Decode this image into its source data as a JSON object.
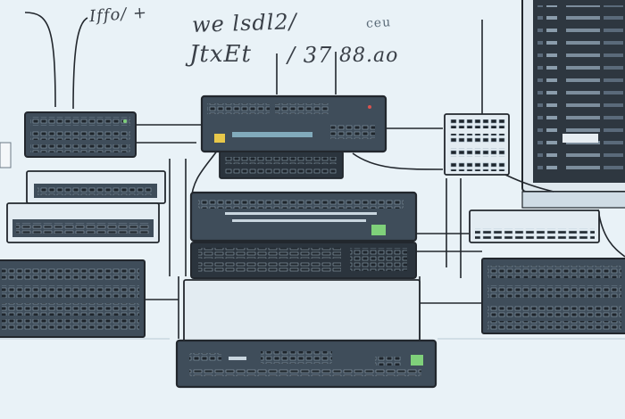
{
  "scene": {
    "background": "#e9f2f7",
    "ink": "#22272d",
    "device_fill": "#3f4d5a",
    "device_dark": "#2b343d",
    "screen_fill": "#2e3740",
    "led_green": "#7fd07a",
    "led_yellow": "#e8c84a",
    "led_red": "#d9534f",
    "highlight": "#9fd3e6"
  },
  "scribbles": {
    "top_left": "Iffo/ +",
    "header_line_1": "we lsdl2/",
    "header_faint": "ceu",
    "header_line_2": "JtxEt",
    "header_number_1": "/ 37",
    "header_number_2": "88.ao"
  }
}
